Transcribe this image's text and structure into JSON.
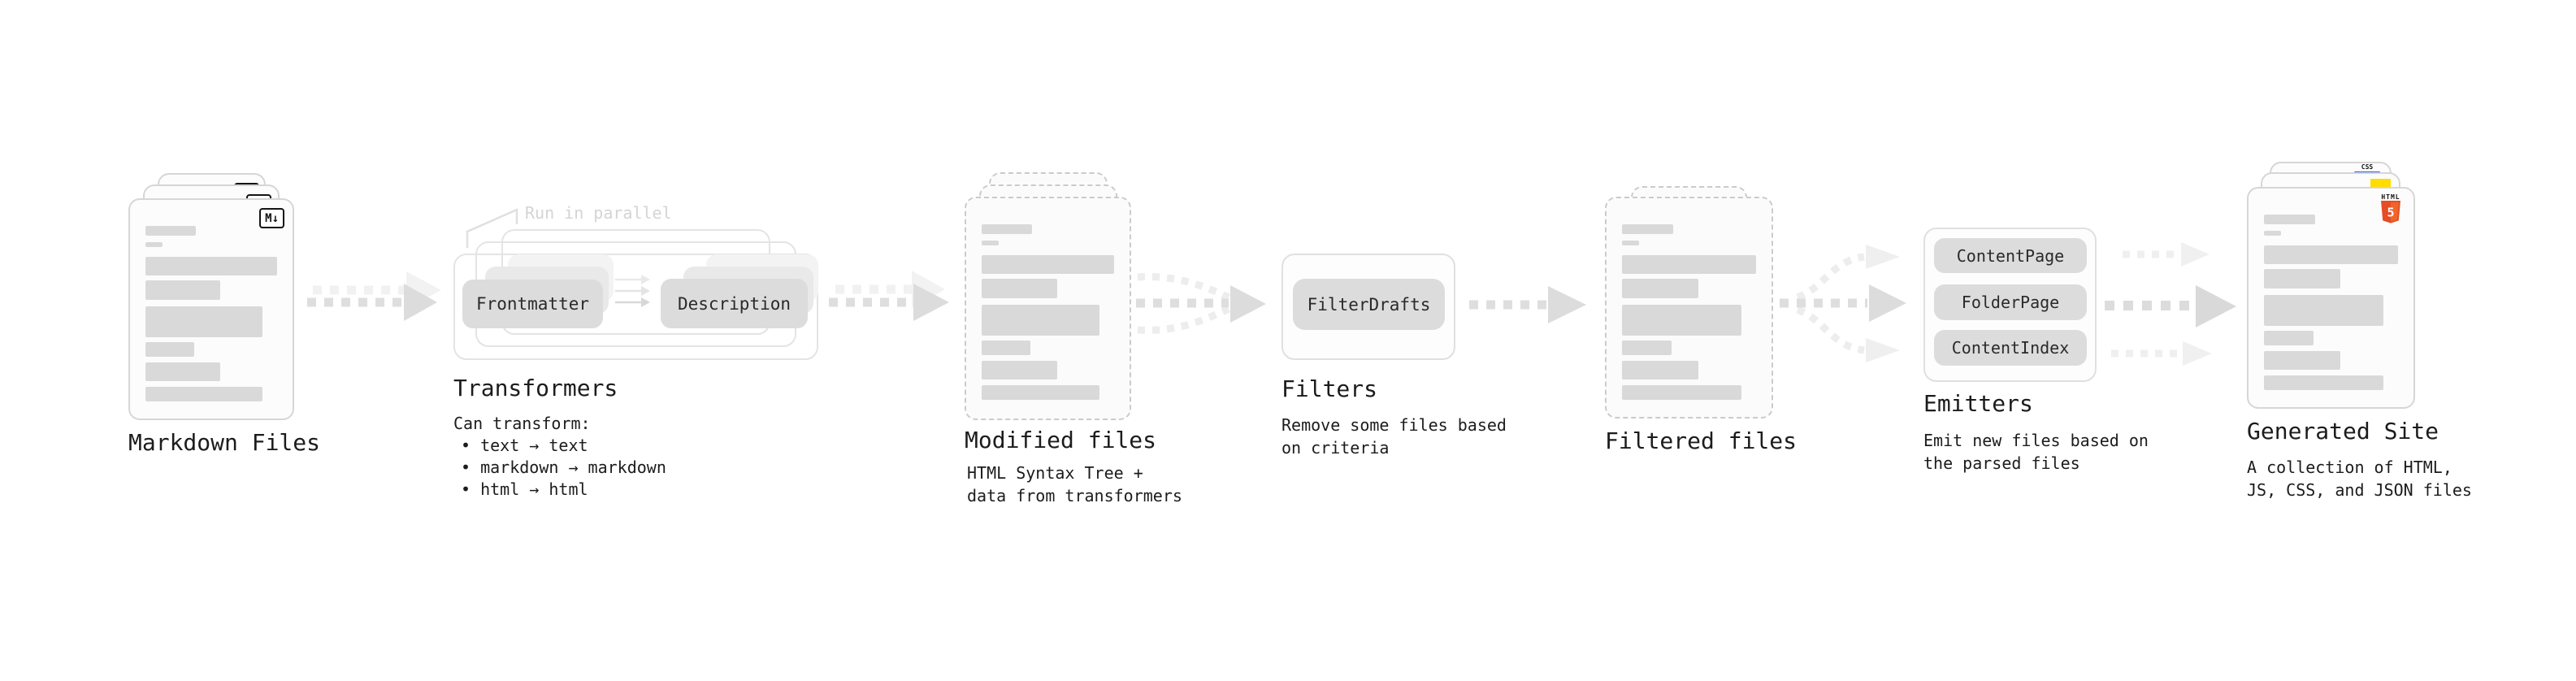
{
  "stages": {
    "markdown_files": {
      "label": "Markdown Files",
      "badge": "M↓"
    },
    "transformers": {
      "label": "Transformers",
      "callout": "Run in parallel",
      "chip_source": "Frontmatter",
      "chip_target": "Description",
      "notes_title": "Can transform:",
      "notes": [
        "• text → text",
        "• markdown → markdown",
        "• html → html"
      ]
    },
    "modified_files": {
      "label": "Modified files",
      "sublabel": "HTML Syntax Tree +\ndata from transformers"
    },
    "filters": {
      "label": "Filters",
      "chip": "FilterDrafts",
      "sublabel": "Remove some files based\non criteria"
    },
    "filtered_files": {
      "label": "Filtered files"
    },
    "emitters": {
      "label": "Emitters",
      "chips": [
        "ContentPage",
        "FolderPage",
        "ContentIndex"
      ],
      "sublabel": "Emit new files based on\nthe parsed files"
    },
    "generated_site": {
      "label": "Generated Site",
      "sublabel": "A collection of HTML,\nJS, CSS, and JSON files",
      "badges": {
        "css": "CSS",
        "html_label": "HTML",
        "html_number": "5"
      }
    }
  },
  "colors": {
    "html5_orange": "#E44D26",
    "html5_orange_light": "#F16529",
    "js_yellow": "#FFDD00",
    "css_blue": "#2965F1",
    "arrow_gray": "#dcdcdc",
    "arrow_light": "#efefef"
  }
}
